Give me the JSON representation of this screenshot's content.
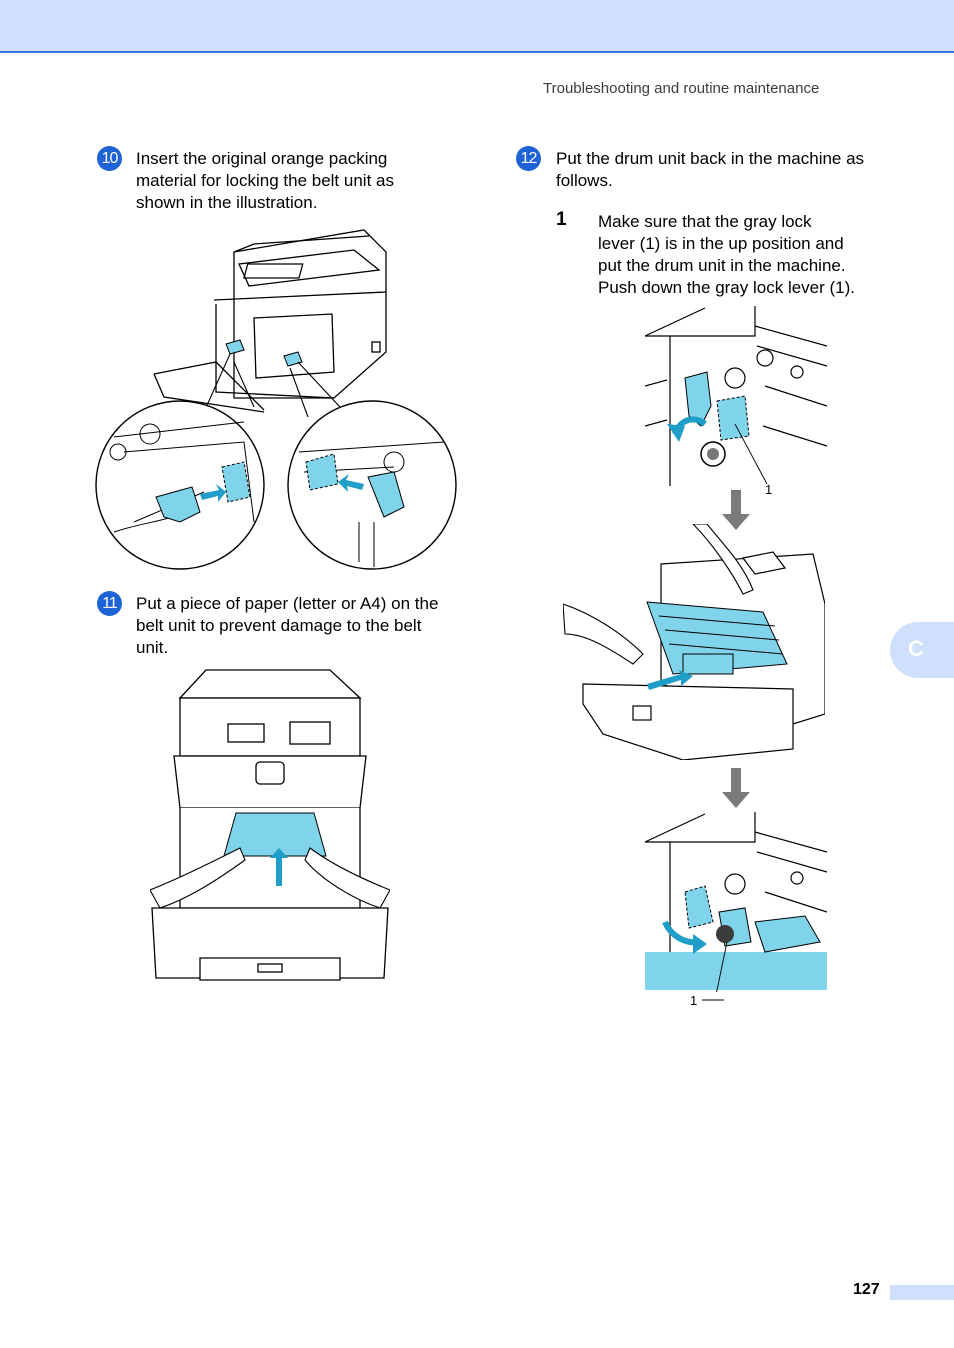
{
  "header": {
    "running_title": "Troubleshooting and routine maintenance"
  },
  "steps": [
    {
      "number": "10",
      "text_lines": [
        "Insert the original orange packing",
        "material for locking the belt unit as",
        "shown in the illustration."
      ]
    },
    {
      "number": "11",
      "text_lines": [
        "Put a piece of paper (letter or A4) on the",
        "belt unit to prevent damage to the belt",
        "unit."
      ]
    },
    {
      "number": "12",
      "text_lines": [
        "Put the drum unit back in the machine as",
        "follows."
      ]
    }
  ],
  "substep": {
    "number": "1",
    "text_lines": [
      "Make sure that the gray lock",
      "lever (1) is in the up position and",
      "put the drum unit in the machine.",
      "Push down the gray lock lever (1)."
    ]
  },
  "callouts": {
    "top": "1",
    "bottom": "1"
  },
  "side_tab": {
    "label": "C"
  },
  "footer": {
    "page_number": "127"
  },
  "colors": {
    "accent": "#1e63d6",
    "header_band": "#cfe0fc",
    "part_highlight": "#7fd3ea"
  }
}
